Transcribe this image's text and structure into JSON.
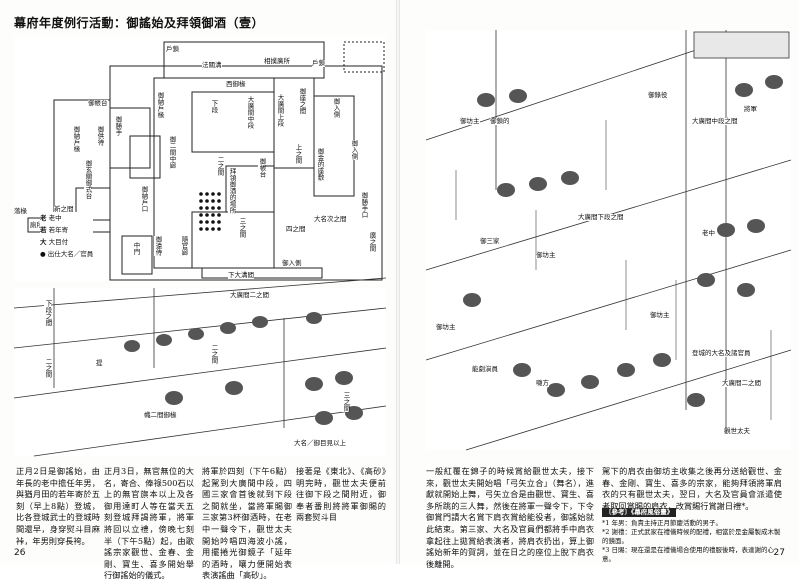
{
  "left_page": {
    "title": "幕府年度例行活動：御謠始及拜領御酒（壹）",
    "page_number": "26",
    "floorplan": {
      "rooms": {
        "r1": "戶鎖",
        "r2": "法關溝",
        "r3": "戶鎖",
        "r4": "相撲廣所",
        "r5": "西御椽",
        "r6": "御納戶椽",
        "r7": "大廣間中段",
        "r8": "大廣間上段",
        "r9": "御座之間",
        "r10": "下段",
        "r11": "御入側",
        "r12": "御入側",
        "r13": "御二間中廊",
        "r14": "二之間",
        "r15": "拜領御酒的場所",
        "r16": "御帳台",
        "r17": "四之間",
        "r18": "三之間",
        "r19": "中門",
        "r20": "隨官廊",
        "r21": "御入側",
        "r22": "大名次之間",
        "r23": "下大溝間",
        "r24": "御帳台",
        "r25": "御勝手",
        "r26": "御供待",
        "r27": "御納戶椽",
        "r28": "御玄關御式台",
        "r29": "廁所",
        "r30": "落椽",
        "r31": "新之間",
        "r32": "御勝手口",
        "r33": "上之間",
        "r34": "御金的座敷",
        "r35": "廣之間",
        "r36": "御納戶口",
        "r37": "御遠侍"
      },
      "legend": [
        {
          "mark": "老",
          "text": "老中"
        },
        {
          "mark": "若",
          "text": "若年寄"
        },
        {
          "mark": "大",
          "text": "大目付"
        },
        {
          "mark": "●",
          "text": "出仕大名／官員"
        }
      ]
    },
    "scene_labels": {
      "l1": "大廣間二之間",
      "l2": "下段之間",
      "l3": "二之間",
      "l4": "提",
      "l5": "三之間",
      "l6": "二之間",
      "l7": "大名／御目見以上",
      "l8": "幟二間御椽"
    },
    "body_columns": [
      "正月2日是御謠始，由年長的老中擔任年男，與猶月田的若年寄於五刻（早上8點）登城，比各登城武士的登城時間還早，身穿熨斗目麻裃，年男則穿長袴。",
      "正月3日，無官無位的大名，寄合、俸祿500石以上的無官旗本以上及各御用達町人等在當天五刻登城拜謁將軍，將軍將回以立禮，傍晚七刻半（下午5點）起，由歌謠宗家觀世、金春、金剛、寶生、喜多開始舉行御謠始的儀式。",
      "將軍於四刻（下午6點）起駕到大廣間中段，四國三家會首後就到下段之間就坐，當將軍賜御三家第3杯御酒時，在老中一聲令下，觀世太夫開始吟唱四海波小謠，用擺捲光御鏡子「延年的酒時，嚷力便開始表表演謠曲「高砂」。",
      "接著是《東北》、《高砂》明完時，觀世太夫便前往御下段之間附近，御奉者番則將將軍御賜的兩套熨斗目"
    ]
  },
  "right_page": {
    "page_number": "27",
    "scene_labels": {
      "s1": "御坊主",
      "s2": "御鎖的",
      "s3": "御錄役",
      "s4": "御坊主",
      "s5": "將軍",
      "s6": "大廣間中段之間",
      "s7": "大廣間下段之間",
      "s8": "御三家",
      "s9": "老中",
      "s10": "御坊主",
      "s11": "御坊主",
      "s12": "能劇演員",
      "s13": "囃方",
      "s14": "登城的大名及諸官員",
      "s15": "大廣間二之間",
      "s16": "觀世太夫"
    },
    "body_columns": [
      "一般紅覆在錦子的時候賞給觀世太夫，接下來，觀世太夫開始唱「弓矢立合」（舞名），進獻就開始上舞，弓矢立合是由觀世、寶生、喜多所跳的三人舞，然後在將軍一聲令下，下令御賞門請大名賞下肩衣賞給能役者，御謠始就此結束。第三家、大名及官員們都將手中肩衣拿起往上拋賞給表演者，將肩衣扔出，算上御謠始新年的賀詞，並在日之的座位上脫下肩衣後離開。",
      "駕下的肩衣由御坊主收集之後再分送給觀世、金春、金剛、寶生、喜多的宗家，能夠拜領將軍肩衣的只有觀世太夫，翌日，大名及官員會派遣使者取回賞賜的肩衣，改賞賜行賞謝日禮*。"
    ],
    "notes": {
      "header": "〔參考〕《幕府風俗畫》",
      "items": [
        "*1 年男：負責主持正月節慶活動的男子。",
        "*2 謝禮：正式武家在禮儀時候的配禮，相當於是金屬製成木製的鏡面。",
        "*3 日賜：現在還是在禮儀場合使用的禮服後時，表達謝的心意。"
      ]
    }
  }
}
